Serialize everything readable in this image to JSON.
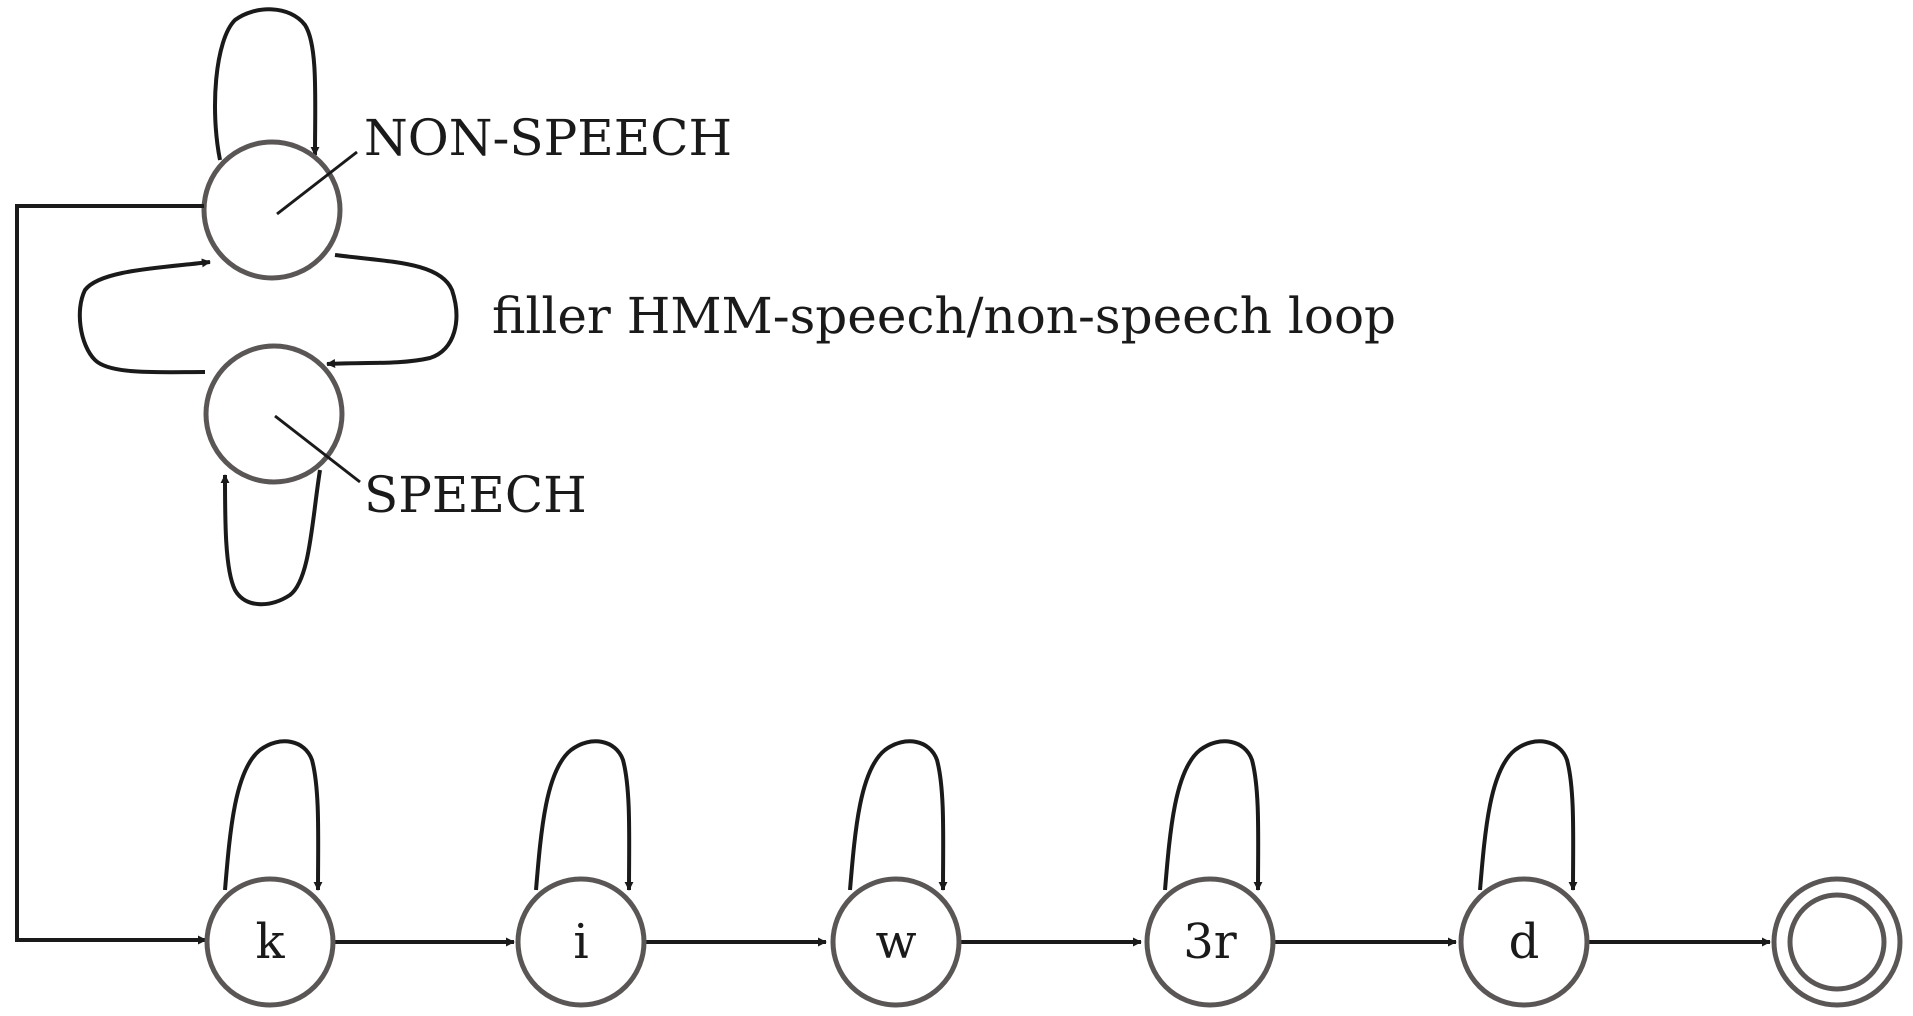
{
  "labels": {
    "non_speech": "NON-SPEECH",
    "speech": "SPEECH",
    "filler_loop": "filler HMM-speech/non-speech loop"
  },
  "phones": [
    "k",
    "i",
    "w",
    "3r",
    "d"
  ],
  "colors": {
    "node_stroke": "#5a5656",
    "edge": "#1a1a1a",
    "background": "#ffffff"
  }
}
